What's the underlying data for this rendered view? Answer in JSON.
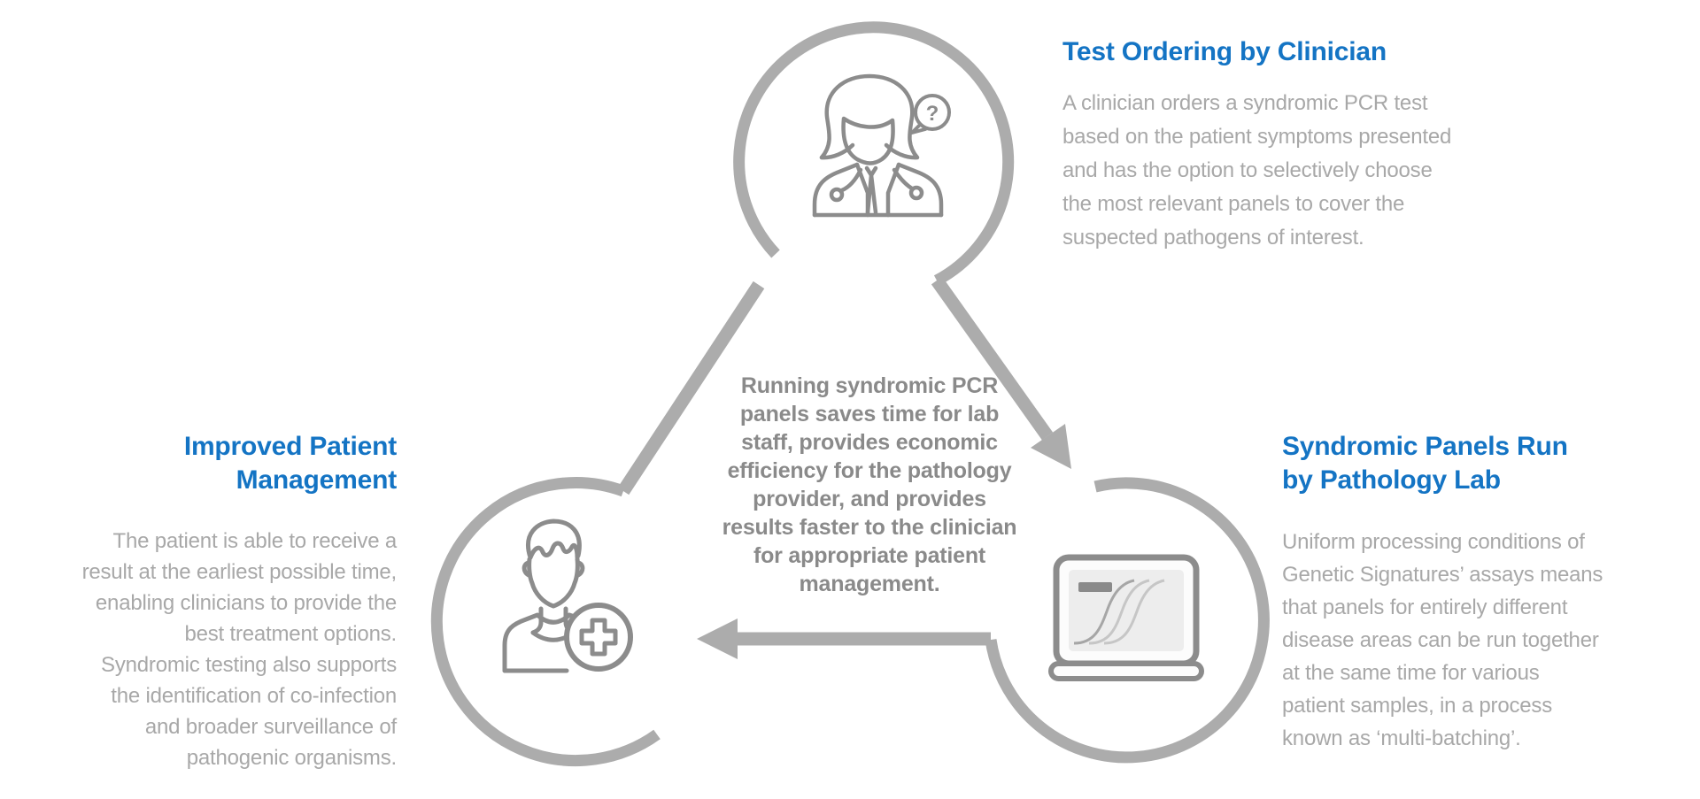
{
  "colors": {
    "accent_blue": "#1474C4",
    "body_gray": "#A8A8A8",
    "center_gray": "#8A8A8A",
    "shape_gray": "#ACACAC",
    "icon_gray": "#8C8C8C"
  },
  "nodes": {
    "clinician": {
      "title": "Test Ordering by Clinician",
      "body": "A clinician orders a syndromic PCR test\nbased on the patient symptoms presented\nand has the option to selectively choose\nthe most relevant panels to cover the\nsuspected pathogens of interest.",
      "icon": "clinician-with-question-bubble-icon"
    },
    "lab": {
      "title": "Syndromic Panels Run\nby Pathology Lab",
      "body": "Uniform processing conditions of\nGenetic Signatures’ assays means\nthat panels for entirely different\ndisease areas can be run together\nat the same time for various\npatient samples, in a process\nknown as ‘multi-batching’.",
      "icon": "pcr-curves-monitor-icon"
    },
    "patient": {
      "title": "Improved Patient\nManagement",
      "body": "The patient is able to receive a\nresult at the earliest possible time,\nenabling clinicians to provide the\nbest treatment options.\nSyndromic testing also supports\nthe identification of co-infection\nand broader surveillance of\npathogenic organisms.",
      "icon": "patient-medical-plus-icon"
    }
  },
  "center": {
    "text": "Running syndromic PCR\npanels saves time for lab\nstaff, provides economic\nefficiency for the pathology\nprovider, and provides\nresults faster to the clinician\nfor appropriate patient\nmanagement."
  },
  "icons": {
    "question_mark": "?"
  }
}
